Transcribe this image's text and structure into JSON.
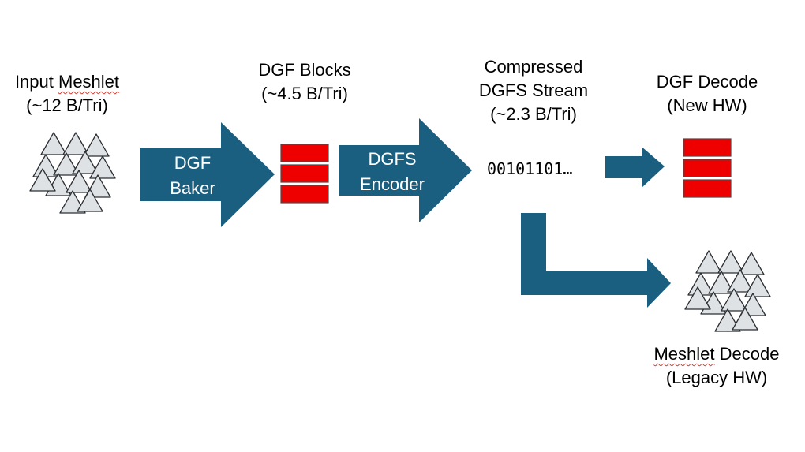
{
  "colors": {
    "arrow_fill": "#1b5f80",
    "block_fill": "#ee0000",
    "triangle_fill": "#dfe2e4",
    "triangle_stroke": "#2b2f33"
  },
  "stages": {
    "input": {
      "title": "Input",
      "title_word2": "Meshlet",
      "rate": "(~12 B/Tri)"
    },
    "dgf_blocks": {
      "title": "DGF Blocks",
      "rate": "(~4.5 B/Tri)"
    },
    "compressed": {
      "title": "Compressed",
      "title2": "DGFS Stream",
      "rate": "(~2.3 B/Tri)"
    },
    "dgf_decode": {
      "title": "DGF Decode",
      "subtitle": "(New HW)"
    },
    "meshlet_decode": {
      "title_word1": "Meshlet",
      "title_word2": "Decode",
      "subtitle": "(Legacy HW)"
    }
  },
  "arrows": {
    "baker": {
      "line1": "DGF",
      "line2": "Baker"
    },
    "encoder": {
      "line1": "DGFS",
      "line2": "Encoder"
    }
  },
  "bitstream": "00101101…"
}
